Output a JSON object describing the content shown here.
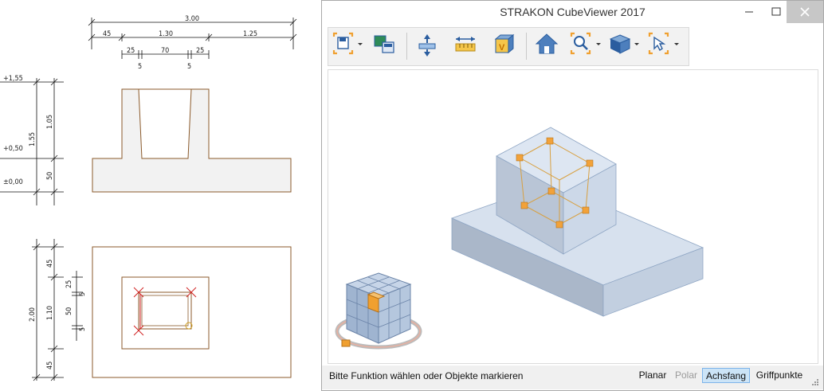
{
  "window": {
    "title": "STRAKON CubeViewer 2017",
    "controls": [
      "minimize-icon",
      "maximize-icon",
      "close-icon"
    ]
  },
  "toolbar": {
    "icons": [
      "save-icon",
      "export-image-icon",
      "section-cut-icon",
      "measure-icon",
      "view-icon",
      "home-icon",
      "zoom-icon",
      "shaded-view-icon",
      "select-icon"
    ]
  },
  "status": {
    "message": "Bitte Funktion wählen oder Objekte markieren",
    "buttons": [
      {
        "label": "Planar",
        "state": "normal"
      },
      {
        "label": "Polar",
        "state": "disabled"
      },
      {
        "label": "Achsfang",
        "state": "active"
      },
      {
        "label": "Griffpunkte",
        "state": "normal"
      }
    ]
  },
  "drawing": {
    "top_dims": {
      "total": "3.00",
      "left": "45",
      "middle": "1.30",
      "right": "1.25",
      "sub_left": "25",
      "sub_mid": "70",
      "sub_right": "25",
      "five_a": "5",
      "five_b": "5"
    },
    "elevations": {
      "top": "+1,55",
      "mid": "+0,50",
      "bottom": "±0,00"
    },
    "section_dims": {
      "total": "1.55",
      "upper": "1.05",
      "lower": "50"
    },
    "plan_dims": {
      "total": "2.00",
      "outer_top": "45",
      "inner": "1.10",
      "outer_bottom": "45",
      "sub_top": "25",
      "sub_mid": "50",
      "five_a": "5",
      "five_b": "5"
    }
  },
  "colors": {
    "accent": "#0078d7",
    "cube_face": "#c5d3e6",
    "handle": "#f0a030",
    "outline": "#8b5a2b"
  }
}
